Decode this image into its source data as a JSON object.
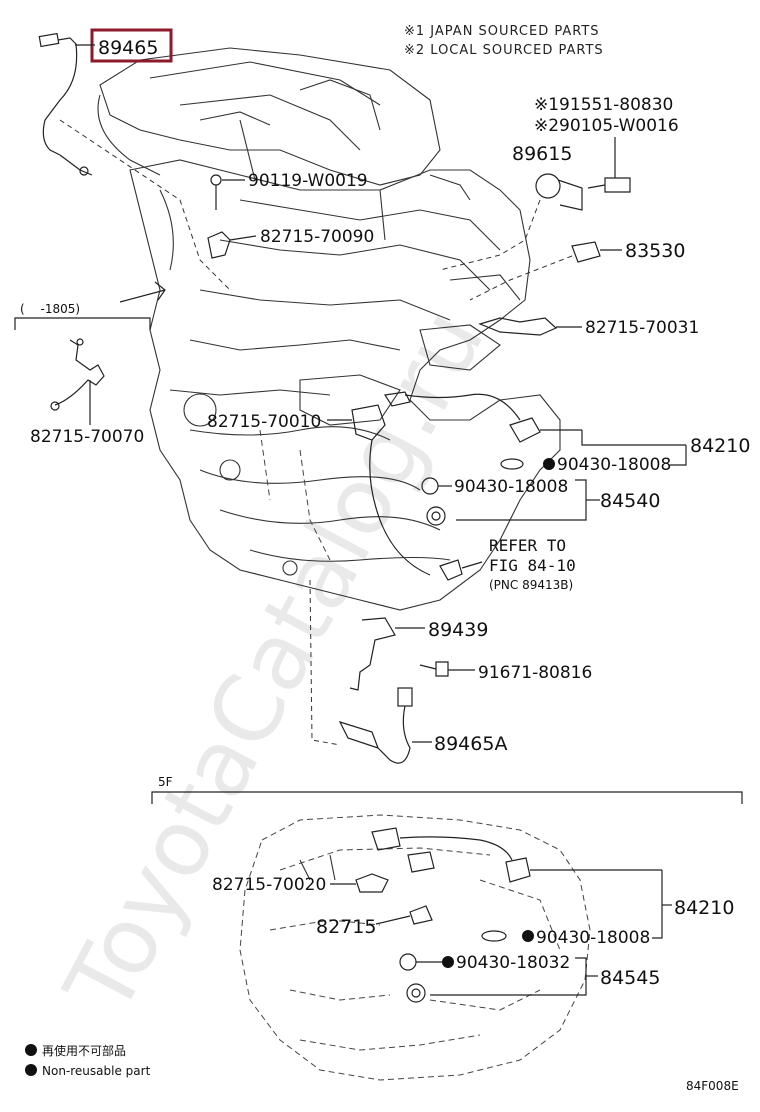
{
  "notes": {
    "note1": "※1 JAPAN SOURCED PARTS",
    "note2": "※2 LOCAL SOURCED PARTS"
  },
  "highlight_color": "#8b1a2b",
  "parts": {
    "p89465": "89465",
    "p91551": "※191551-80830",
    "p90105": "※290105-W0016",
    "p89615": "89615",
    "p90119": "90119-W0019",
    "p82715_70090": "82715-70090",
    "p83530": "83530",
    "p82715_70031": "82715-70031",
    "date_range": "(　 -1805)",
    "p82715_70070": "82715-70070",
    "p82715_70010": "82715-70010",
    "p84210_a": "84210",
    "p90430_18008_a": "90430-18008",
    "p90430_18008_b": "90430-18008",
    "p84540": "84540",
    "refer1": "REFER TO",
    "refer2": "FIG 84-10",
    "refer3": "(PNC 89413B)",
    "p89439": "89439",
    "p91671": "91671-80816",
    "p89465A": "89465A",
    "section_5f": "5F",
    "p82715_70020": "82715-70020",
    "p82715": "82715",
    "p84210_b": "84210",
    "p90430_18008_c": "90430-18008",
    "p90430_18032": "90430-18032",
    "p84545": "84545"
  },
  "legend": {
    "jp": "再使用不可部品",
    "en": "Non-reusable part"
  },
  "watermark": "ToyotaCatalog.ru",
  "figure_code": "84F008E"
}
